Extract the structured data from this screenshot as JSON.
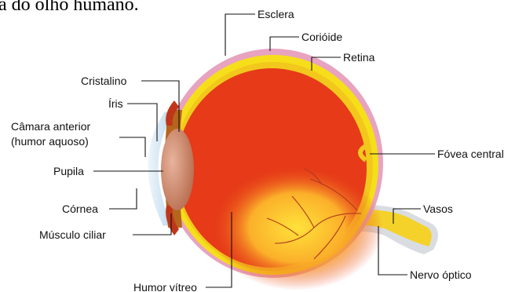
{
  "caption": "a do olho humano.",
  "labels": {
    "esclera": "Esclera",
    "corioide": "Corióide",
    "retina": "Retina",
    "cristalino": "Cristalino",
    "iris": "Íris",
    "camara_anterior_line1": "Câmara anterior",
    "camara_anterior_line2": "(humor aquoso)",
    "pupila": "Pupila",
    "cornea": "Córnea",
    "musculo_ciliar": "Músculo ciliar",
    "humor_vitreo": "Humor vítreo",
    "fovea_central": "Fóvea central",
    "vasos": "Vasos",
    "nervo_optico": "Nervo óptico"
  },
  "colors": {
    "sclera": "#e7a3c0",
    "choroid": "#f6df1a",
    "retina": "#f2c81d",
    "vitreous": "#e63a18",
    "glow": "#ffe23a",
    "lens": "#c98264",
    "iris": "#b5651d",
    "cornea": "#cfe6f5",
    "ciliary": "#c0361a"
  }
}
